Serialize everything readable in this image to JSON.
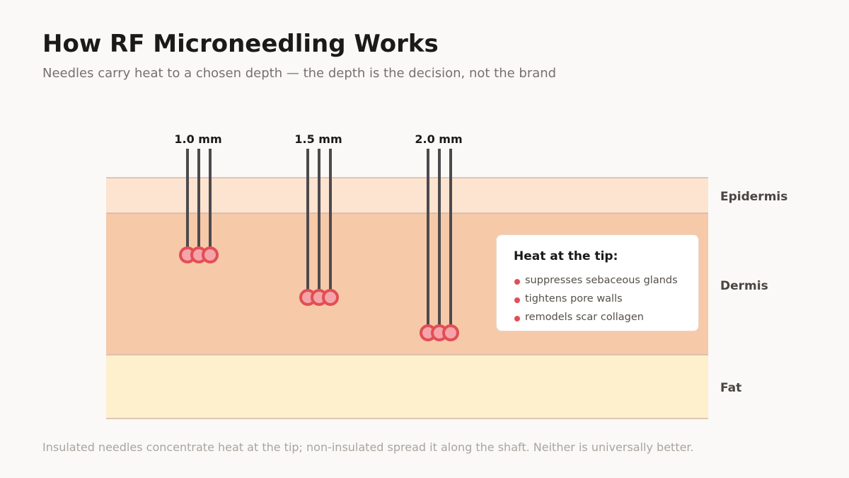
{
  "header": {
    "title": "How RF Microneedling Works",
    "subtitle": "Needles carry heat to a chosen depth — the depth is the decision, not the brand"
  },
  "layers": [
    {
      "id": "epidermis",
      "label": "Epidermis",
      "color": "#fce4d0"
    },
    {
      "id": "dermis",
      "label": "Dermis",
      "color": "#f6c9a9"
    },
    {
      "id": "fat",
      "label": "Fat",
      "color": "#fef0cc"
    }
  ],
  "needle_groups": [
    {
      "label": "1.0 mm",
      "depth_mm": 1.0
    },
    {
      "label": "1.5 mm",
      "depth_mm": 1.5
    },
    {
      "label": "2.0 mm",
      "depth_mm": 2.0
    }
  ],
  "callout": {
    "title": "Heat at the tip:",
    "items": [
      "suppresses sebaceous glands",
      "tightens pore walls",
      "remodels scar collagen"
    ]
  },
  "footnote": "Insulated needles concentrate heat at the tip; non-insulated spread it along the shaft. Neither is universally better.",
  "colors": {
    "needle": "#4d4a4d",
    "heat_outer": "#e24e54",
    "heat_inner": "#f5a5aa",
    "layer_border": "#d3b8a8"
  }
}
